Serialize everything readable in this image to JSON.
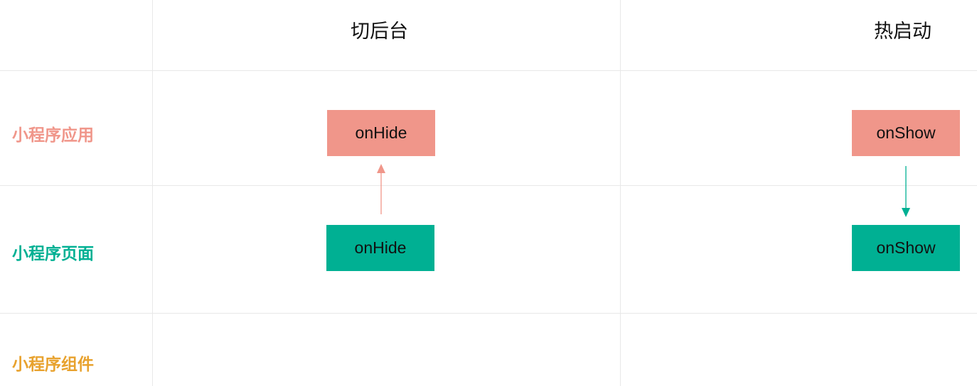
{
  "colors": {
    "app": "#f0968a",
    "page": "#00b093",
    "component": "#e8a22e",
    "grid": "#e8e8e8"
  },
  "columns": {
    "background": "切后台",
    "hot_start": "热启动"
  },
  "rows": {
    "app": "小程序应用",
    "page": "小程序页面",
    "component": "小程序组件"
  },
  "nodes": {
    "bg_app": "onHide",
    "bg_page": "onHide",
    "hot_app": "onShow",
    "hot_page": "onShow"
  },
  "edges": [
    {
      "from": "bg_page",
      "to": "bg_app"
    },
    {
      "from": "hot_app",
      "to": "hot_page"
    }
  ]
}
